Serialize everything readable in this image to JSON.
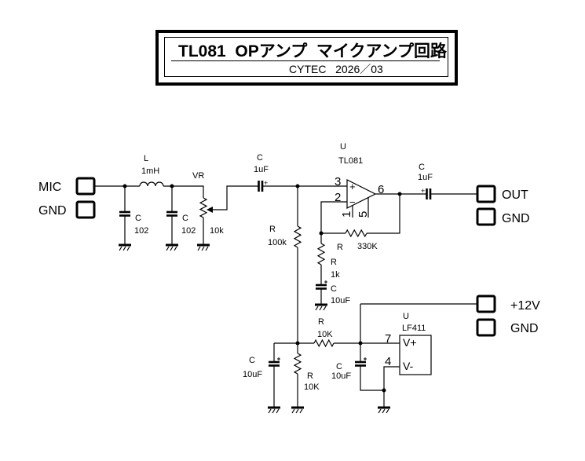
{
  "title": {
    "main": "TL081  OPアンプ  マイクアンプ回路",
    "sub": "CYTEC   2026／03"
  },
  "terminals": {
    "mic": "MIC",
    "gnd_in": "GND",
    "out": "OUT",
    "gnd_out": "GND",
    "vcc": "+12V",
    "gnd_pwr": "GND"
  },
  "components": {
    "L1": {
      "ref": "L",
      "value": "1mH"
    },
    "C_in1": {
      "ref": "C",
      "value": "102"
    },
    "C_in2": {
      "ref": "C",
      "value": "102"
    },
    "VR": {
      "ref": "VR",
      "value": "10k"
    },
    "C_couple_in": {
      "ref": "C",
      "value": "1uF"
    },
    "R_bias": {
      "ref": "R",
      "value": "100k"
    },
    "U1": {
      "ref": "U",
      "part": "TL081",
      "pins": {
        "in_plus": "3",
        "in_minus": "2",
        "out": "6",
        "offset_1": "1",
        "offset_5": "5"
      },
      "symbols": {
        "plus": "+",
        "minus": "−"
      }
    },
    "R_fb": {
      "ref": "R",
      "value": "330K"
    },
    "R_gain": {
      "ref": "R",
      "value": "1k"
    },
    "C_gain": {
      "ref": "C",
      "value": "10uF"
    },
    "C_out": {
      "ref": "C",
      "value": "1uF"
    },
    "R_div_top": {
      "ref": "R",
      "value": "10K"
    },
    "R_div_bot": {
      "ref": "R",
      "value": "10K"
    },
    "C_div": {
      "ref": "C",
      "value": "10uF"
    },
    "C_supply": {
      "ref": "C",
      "value": "10uF"
    },
    "U2": {
      "ref": "U",
      "part": "LF411",
      "pins": {
        "vplus": "7",
        "vminus": "4"
      },
      "pin_labels": {
        "vplus": "V+",
        "vminus": "V-"
      }
    }
  },
  "polarity_mark": "+"
}
